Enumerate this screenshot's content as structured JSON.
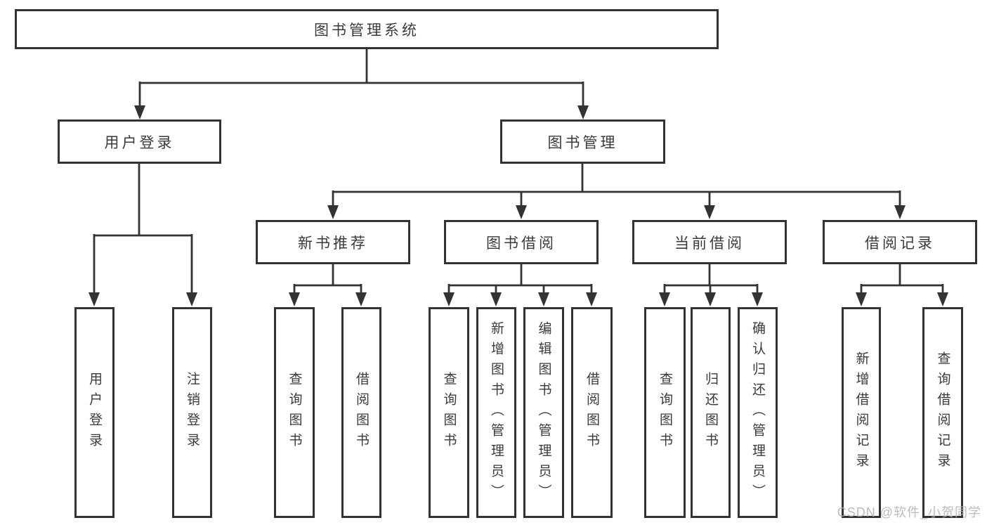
{
  "diagram": {
    "title": "图书管理系统",
    "branches": [
      {
        "label": "用户登录",
        "children": [
          {
            "label": "用户登录"
          },
          {
            "label": "注销登录"
          }
        ]
      },
      {
        "label": "图书管理",
        "children": [
          {
            "label": "新书推荐",
            "children": [
              {
                "label": "查询图书"
              },
              {
                "label": "借阅图书"
              }
            ]
          },
          {
            "label": "图书借阅",
            "children": [
              {
                "label": "查询图书"
              },
              {
                "label": "新增图书（管理员）"
              },
              {
                "label": "编辑图书（管理员）"
              },
              {
                "label": "借阅图书"
              }
            ]
          },
          {
            "label": "当前借阅",
            "children": [
              {
                "label": "查询图书"
              },
              {
                "label": "归还图书"
              },
              {
                "label": "确认归还（管理员）"
              }
            ]
          },
          {
            "label": "借阅记录",
            "children": [
              {
                "label": "新增借阅记录"
              },
              {
                "label": "查询借阅记录"
              }
            ]
          }
        ]
      }
    ]
  },
  "watermark": {
    "text": "CSDN @软件_小贺同学"
  },
  "colors": {
    "line": "#333333",
    "text": "#3a3a3a",
    "watermark": "#b5b5b5"
  }
}
